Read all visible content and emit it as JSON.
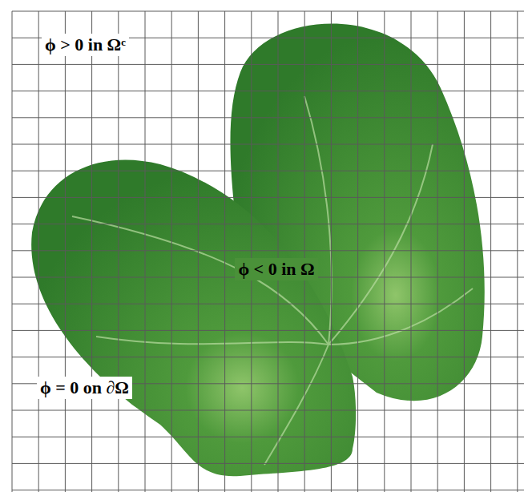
{
  "diagram": {
    "labels": [
      "ϕ > 0 in Ωᶜ",
      "ϕ < 0 in Ω",
      "ϕ = 0 on ∂Ω"
    ]
  }
}
